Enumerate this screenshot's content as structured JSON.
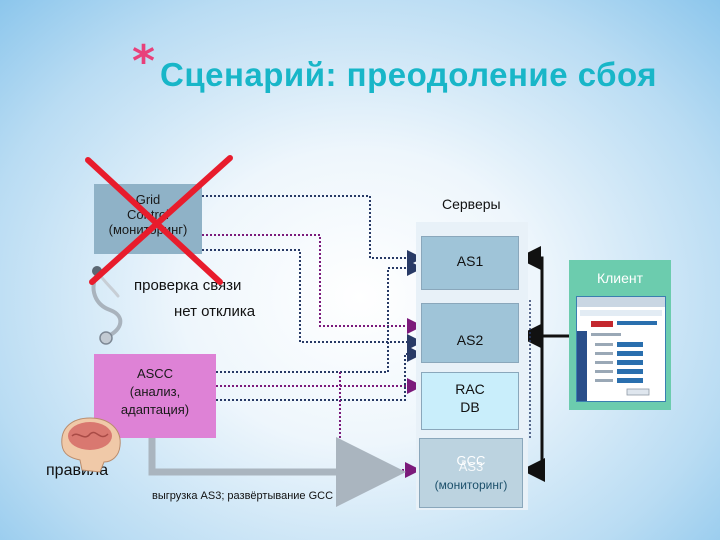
{
  "slide": {
    "title": "Сценарий: преодоление сбоя",
    "title_bullet": "*"
  },
  "nodes": {
    "grid_control": {
      "lines": [
        "Grid",
        "Control",
        "(мониторинг)"
      ],
      "struck_out": true
    },
    "ascc": {
      "lines": [
        "ASCC",
        "(анализ,",
        "адаптация)"
      ]
    },
    "servers_label": "Серверы",
    "as1": "AS1",
    "as2": "AS2",
    "rac_db": [
      "RAC",
      "DB"
    ],
    "gcc": {
      "title": "GCC",
      "overlap": "AS3",
      "subtitle": "(мониторинг)"
    },
    "client": "Клиент"
  },
  "labels": {
    "ping": "проверка связи",
    "no_response": "нет отклика",
    "rules": "правила",
    "upload": "выгрузка AS3; развёртывание GCC"
  },
  "colors": {
    "title": "#18b6c8",
    "bullet": "#e8407a",
    "grid_box": "#8fb2c7",
    "ascc_box": "#de82d6",
    "client_box": "#6cccae",
    "strike": "#e81c2c",
    "arrow_purple": "#7b1a7b",
    "arrow_navy": "#283a66",
    "arrow_teal": "#0f9a86"
  },
  "icons": [
    "stethoscope-icon",
    "brain-icon",
    "client-screenshot-icon",
    "strike-cross-icon"
  ]
}
